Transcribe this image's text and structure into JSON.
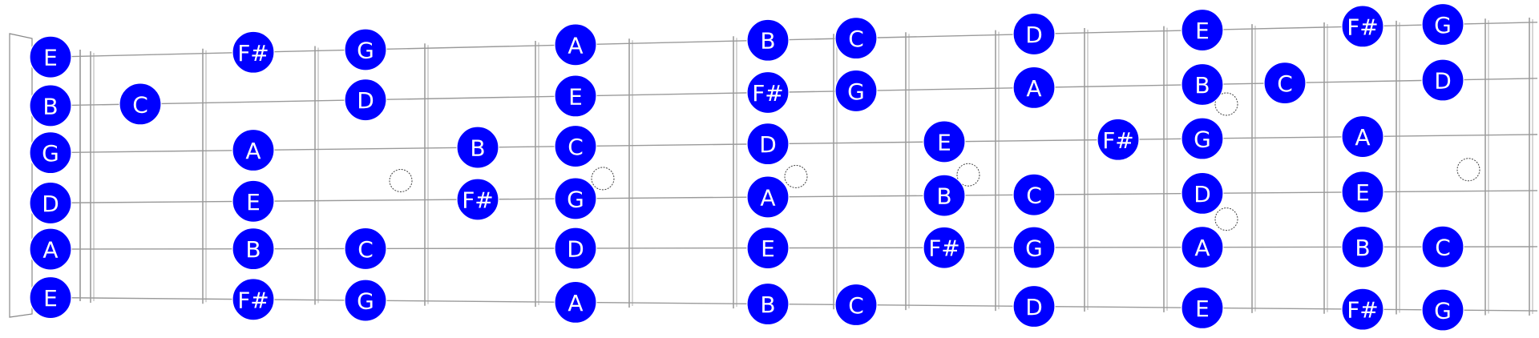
{
  "strings": [
    "E",
    "B",
    "G",
    "D",
    "A",
    "E"
  ],
  "fret_count": 17,
  "inlay_frets": [
    3,
    5,
    7,
    9,
    15,
    17
  ],
  "double_inlay_frets": [
    12
  ],
  "colors": {
    "note_fill": "#0000ff",
    "note_text": "#ffffff",
    "line": "#9a9a9a",
    "background": "#ffffff"
  },
  "notes": [
    {
      "string": 0,
      "fret": 0,
      "label": "E"
    },
    {
      "string": 1,
      "fret": 0,
      "label": "B"
    },
    {
      "string": 2,
      "fret": 0,
      "label": "G"
    },
    {
      "string": 3,
      "fret": 0,
      "label": "D"
    },
    {
      "string": 4,
      "fret": 0,
      "label": "A"
    },
    {
      "string": 5,
      "fret": 0,
      "label": "E"
    },
    {
      "string": 1,
      "fret": 1,
      "label": "C"
    },
    {
      "string": 0,
      "fret": 2,
      "label": "F#"
    },
    {
      "string": 2,
      "fret": 2,
      "label": "A"
    },
    {
      "string": 3,
      "fret": 2,
      "label": "E"
    },
    {
      "string": 4,
      "fret": 2,
      "label": "B"
    },
    {
      "string": 5,
      "fret": 2,
      "label": "F#"
    },
    {
      "string": 0,
      "fret": 3,
      "label": "G"
    },
    {
      "string": 1,
      "fret": 3,
      "label": "D"
    },
    {
      "string": 4,
      "fret": 3,
      "label": "C"
    },
    {
      "string": 5,
      "fret": 3,
      "label": "G"
    },
    {
      "string": 2,
      "fret": 4,
      "label": "B"
    },
    {
      "string": 3,
      "fret": 4,
      "label": "F#"
    },
    {
      "string": 0,
      "fret": 5,
      "label": "A"
    },
    {
      "string": 1,
      "fret": 5,
      "label": "E"
    },
    {
      "string": 2,
      "fret": 5,
      "label": "C"
    },
    {
      "string": 3,
      "fret": 5,
      "label": "G"
    },
    {
      "string": 4,
      "fret": 5,
      "label": "D"
    },
    {
      "string": 5,
      "fret": 5,
      "label": "A"
    },
    {
      "string": 0,
      "fret": 7,
      "label": "B"
    },
    {
      "string": 1,
      "fret": 7,
      "label": "F#"
    },
    {
      "string": 2,
      "fret": 7,
      "label": "D"
    },
    {
      "string": 3,
      "fret": 7,
      "label": "A"
    },
    {
      "string": 4,
      "fret": 7,
      "label": "E"
    },
    {
      "string": 5,
      "fret": 7,
      "label": "B"
    },
    {
      "string": 0,
      "fret": 8,
      "label": "C"
    },
    {
      "string": 1,
      "fret": 8,
      "label": "G"
    },
    {
      "string": 5,
      "fret": 8,
      "label": "C"
    },
    {
      "string": 2,
      "fret": 9,
      "label": "E"
    },
    {
      "string": 3,
      "fret": 9,
      "label": "B"
    },
    {
      "string": 4,
      "fret": 9,
      "label": "F#"
    },
    {
      "string": 0,
      "fret": 10,
      "label": "D"
    },
    {
      "string": 1,
      "fret": 10,
      "label": "A"
    },
    {
      "string": 3,
      "fret": 10,
      "label": "C"
    },
    {
      "string": 4,
      "fret": 10,
      "label": "G"
    },
    {
      "string": 5,
      "fret": 10,
      "label": "D"
    },
    {
      "string": 2,
      "fret": 11,
      "label": "F#"
    },
    {
      "string": 0,
      "fret": 12,
      "label": "E"
    },
    {
      "string": 1,
      "fret": 12,
      "label": "B"
    },
    {
      "string": 2,
      "fret": 12,
      "label": "G"
    },
    {
      "string": 3,
      "fret": 12,
      "label": "D"
    },
    {
      "string": 4,
      "fret": 12,
      "label": "A"
    },
    {
      "string": 5,
      "fret": 12,
      "label": "E"
    },
    {
      "string": 1,
      "fret": 13,
      "label": "C"
    },
    {
      "string": 0,
      "fret": 14,
      "label": "F#"
    },
    {
      "string": 2,
      "fret": 14,
      "label": "A"
    },
    {
      "string": 3,
      "fret": 14,
      "label": "E"
    },
    {
      "string": 4,
      "fret": 14,
      "label": "B"
    },
    {
      "string": 5,
      "fret": 14,
      "label": "F#"
    },
    {
      "string": 0,
      "fret": 15,
      "label": "G"
    },
    {
      "string": 1,
      "fret": 15,
      "label": "D"
    },
    {
      "string": 4,
      "fret": 15,
      "label": "C"
    },
    {
      "string": 5,
      "fret": 15,
      "label": "G"
    }
  ]
}
